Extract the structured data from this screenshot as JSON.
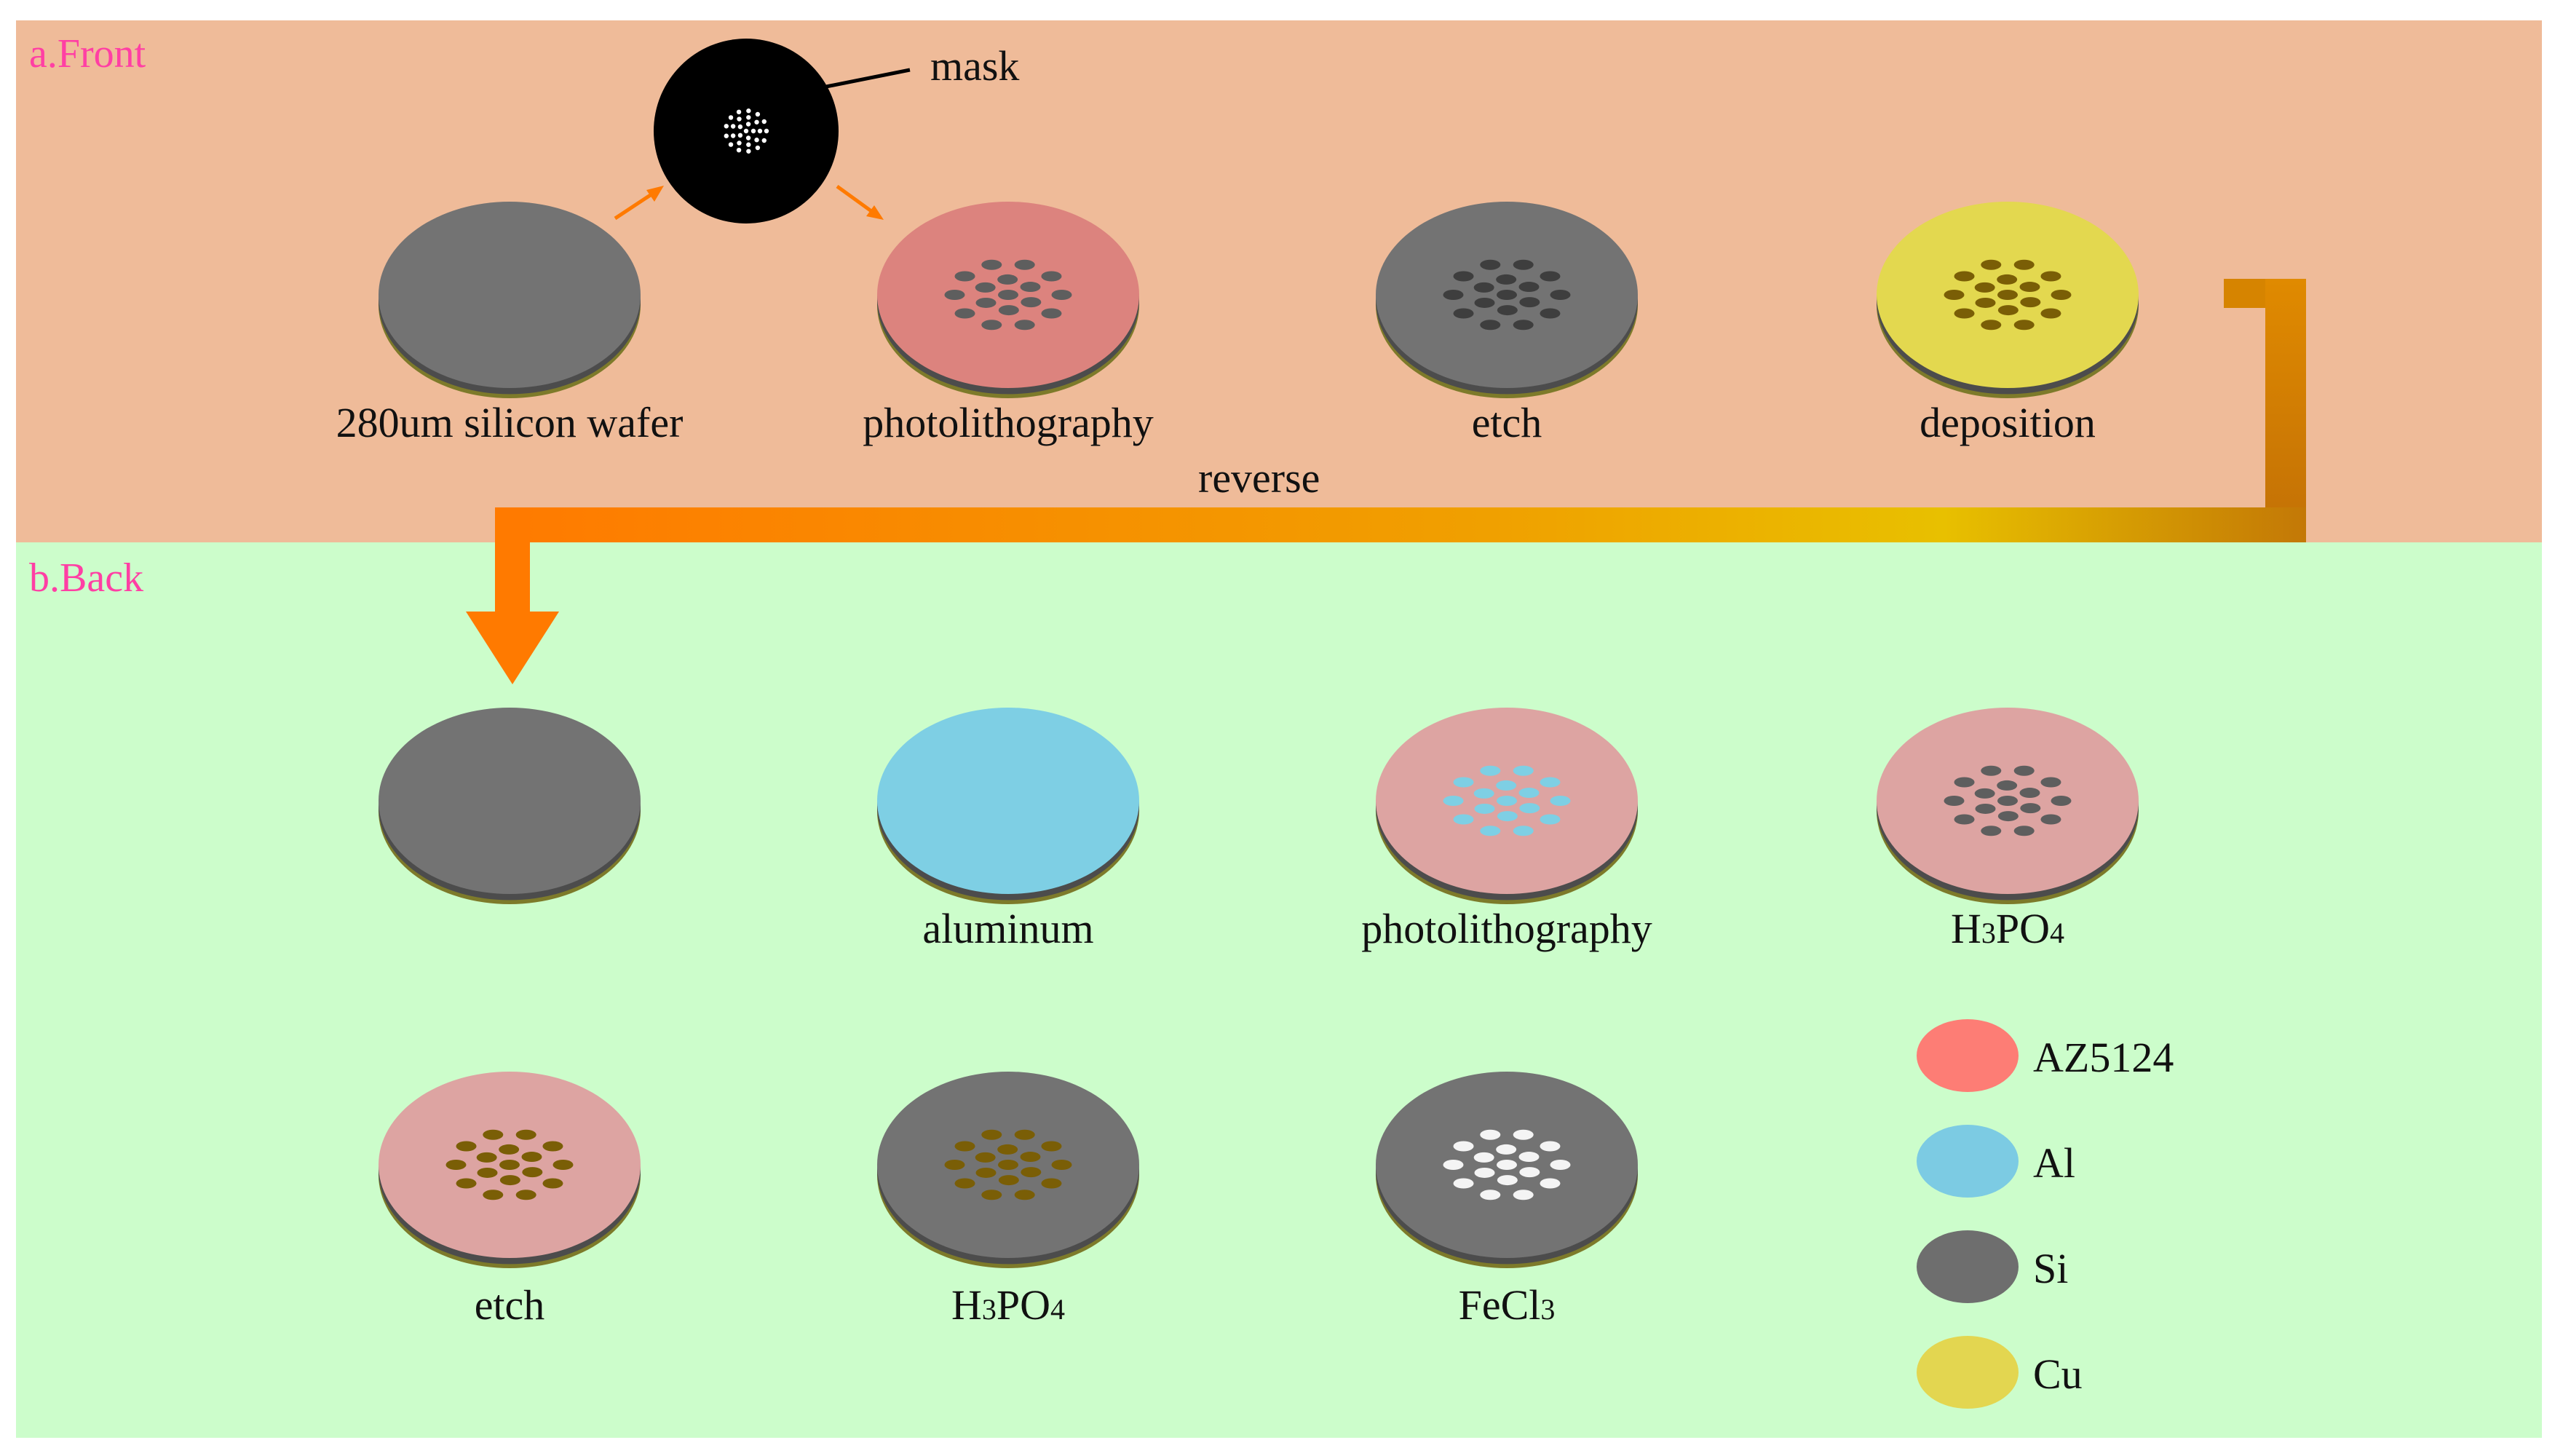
{
  "sections": {
    "front": {
      "title": "a.Front",
      "background": "#efbb99"
    },
    "back": {
      "title": "b.Back",
      "background": "#ccfdcb"
    },
    "title_color": "#ff3fa4"
  },
  "mask": {
    "label": "mask"
  },
  "transfer": {
    "label": "reverse"
  },
  "front_steps": [
    {
      "label": "280um silicon wafer",
      "wafer": "si",
      "holes": "none"
    },
    {
      "label": "photolithography",
      "wafer": "resist",
      "holes": "si"
    },
    {
      "label": "etch",
      "wafer": "si",
      "holes": "dark"
    },
    {
      "label": "deposition",
      "wafer": "cu",
      "holes": "brown"
    }
  ],
  "back_steps": [
    {
      "label": "",
      "wafer": "si",
      "holes": "none"
    },
    {
      "label": "aluminum",
      "wafer": "al",
      "holes": "none"
    },
    {
      "label": "photolithography",
      "wafer": "resist",
      "holes": "al"
    },
    {
      "label": "H3PO4",
      "label_main": "H",
      "label_sub1": "3",
      "label_mid": "PO",
      "label_sub2": "4",
      "wafer": "resist",
      "holes": "si"
    },
    {
      "label": "etch",
      "wafer": "resist",
      "holes": "brown"
    },
    {
      "label": "H3PO4",
      "label_main": "H",
      "label_sub1": "3",
      "label_mid": "PO",
      "label_sub2": "4",
      "wafer": "si",
      "holes": "brown"
    },
    {
      "label": "FeCl3",
      "label_main": "FeCl",
      "label_sub1": "3",
      "wafer": "si",
      "holes": "white"
    }
  ],
  "legend": [
    {
      "label": "AZ5124",
      "color": "#fd7d75"
    },
    {
      "label": "Al",
      "color": "#7ccbe3"
    },
    {
      "label": "Si",
      "color": "#6e6e6e"
    },
    {
      "label": "Cu",
      "color": "#e3d650"
    }
  ],
  "colors": {
    "si": "#737373",
    "resist": "#dc837e",
    "resist_light": "#dda4a2",
    "al": "#7ecfe4",
    "cu": "#e3d84f",
    "hole_dark": "#3e3e3e",
    "hole_brown": "#7a5e06",
    "hole_white": "#f4f4f4",
    "arrow": "#ff7a00"
  }
}
